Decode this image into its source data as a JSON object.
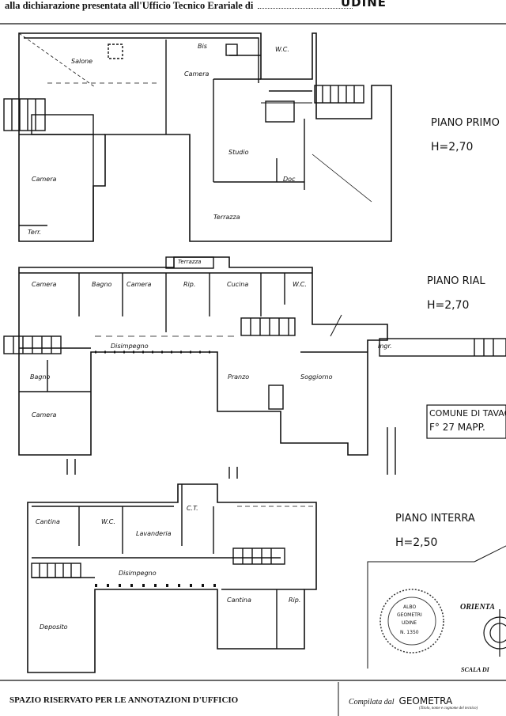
{
  "header": {
    "text": "alla dichiarazione presentata all'Ufficio Tecnico Erariale di",
    "handwritten": "UDINE"
  },
  "floors": {
    "primo": {
      "name": "PIANO PRIMO",
      "height": "H=2,70"
    },
    "rialzato": {
      "name": "PIANO RIAL",
      "height": "H=2,70"
    },
    "interrato": {
      "name": "PIANO INTERRA",
      "height": "H=2,50"
    }
  },
  "rooms_primo": {
    "salone": "Salone",
    "bis": "Bis",
    "wc": "W.C.",
    "camera1": "Camera",
    "camera2": "Camera",
    "studio": "Studio",
    "doc": "Doc",
    "terrazza": "Terrazza",
    "terr": "Terr."
  },
  "rooms_rialzato": {
    "terrazza": "Terrazza",
    "camera1": "Camera",
    "bagno1": "Bagno",
    "camera2": "Camera",
    "rip": "Rip.",
    "cucina": "Cucina",
    "wc": "W.C.",
    "disimpegno": "Disimpegno",
    "ingr": "Ingr.",
    "bagno2": "Bagno",
    "pranzo": "Pranzo",
    "soggiorno": "Soggiorno",
    "camera3": "Camera"
  },
  "rooms_interrato": {
    "cantina1": "Cantina",
    "wc": "W.C.",
    "lavanderia": "Lavanderia",
    "ct": "C.T.",
    "disimpegno": "Disimpegno",
    "cantina2": "Cantina",
    "rip": "Rip.",
    "deposito": "Deposito"
  },
  "comune_box": {
    "line1": "COMUNE DI TAVAG",
    "line2": "F° 27 MAPP."
  },
  "stamp": {
    "line1": "ALBO",
    "line2": "GEOMETRI",
    "line3": "UDINE",
    "line4": "N. 1350"
  },
  "orienta": "ORIENTA",
  "scala": "SCALA DI",
  "footer": {
    "left": "SPAZIO RISERVATO PER LE ANNOTAZIONI D'UFFICIO",
    "right_label": "Compilata dal",
    "right_hand": "GEOMETRA",
    "small": "(Titolo, nome e cognome del tecnico)"
  }
}
